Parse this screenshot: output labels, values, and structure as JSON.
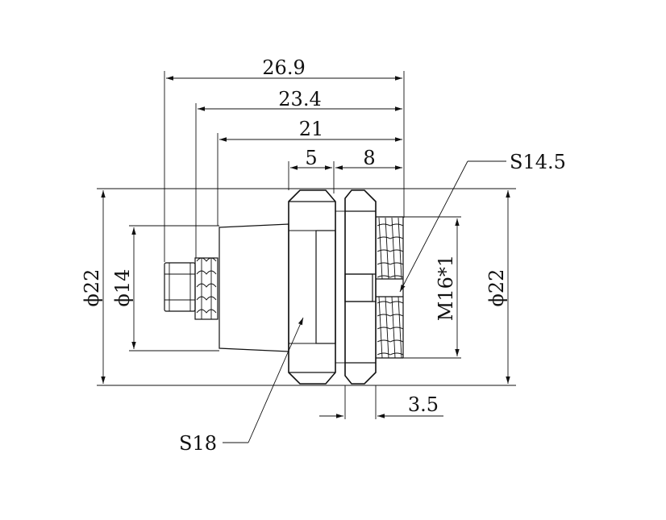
{
  "dimensions": {
    "overall_length": "26.9",
    "length_2": "23.4",
    "length_3": "21",
    "flange_width": "5",
    "thread_length": "8",
    "nut_offset": "3.5",
    "diameter_left": "ϕ22",
    "diameter_pin": "ϕ14",
    "diameter_right": "ϕ22",
    "thread_spec": "M16*1"
  },
  "callouts": {
    "wrench_small": "S14.5",
    "wrench_large": "S18"
  }
}
